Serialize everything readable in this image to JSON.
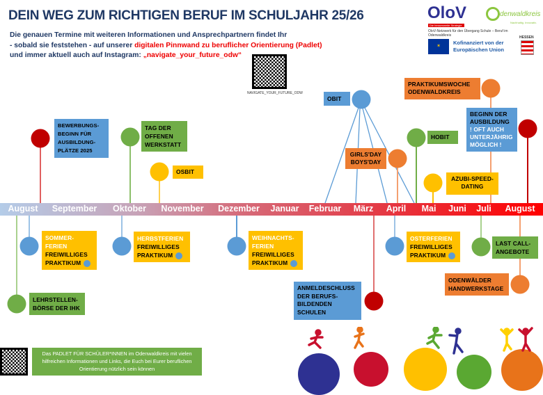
{
  "title": "DEIN WEG ZUM RICHTIGEN BERUF IM SCHULJAHR 25/26",
  "intro": {
    "line1": "Die genauen Termine mit weiteren Informationen und Ansprechpartnern findet Ihr",
    "line2a": "- sobald sie feststehen - auf unserer ",
    "line2b": "digitalen Pinnwand zu beruflicher Orientierung (Padlet)",
    "line3a": "und immer aktuell auch auf Instagram: ",
    "line3b": "„navigate_your_future_odw“",
    "qr_caption": "NAVIGATE_YOUR_FUTURE_ODW"
  },
  "logos": {
    "olov": "OloV",
    "olov_tag": "Die hessenweite Strategie",
    "odw": "denwaldkreis",
    "odw_tag": "Nachhaltig. Innovativ.",
    "olov_note": "OloV-Netzwerk für den Übergang Schule – Beruf im Odenwaldkreis",
    "eu": "Kofinanziert von der Europäischen Union",
    "hessen": "HESSEN"
  },
  "months": [
    "August",
    "September",
    "Oktober",
    "November",
    "Dezember",
    "Januar",
    "Februar",
    "März",
    "April",
    "Mai",
    "Juni",
    "Juli",
    "August"
  ],
  "events": {
    "bewerbung": "BEWERBUNGS-BEGINN FÜR AUSBILDUNG-PLÄTZE 2025",
    "tag": "TAG DER OFFENEN WERKSTATT",
    "osbit": "OSBIT",
    "obit": "OBIT",
    "girls": "GIRLS'DAY BOYS'DAY",
    "hobit": "HOBIT",
    "azubi": "AZUBI-SPEED-DATING",
    "praktikumswoche": "PRAKTIKUMSWOCHE ODENWALDKREIS",
    "beginn": "BEGINN DER AUSBILDUNG",
    "beginn_note": "! OFT AUCH UNTERJÄHRIG MÖGLICH !",
    "sommer": "SOMMER-FERIEN",
    "herbst": "HERBSTFERIEN",
    "weihnacht": "WEIHNACHTS-FERIEN",
    "oster": "OSTERFERIEN",
    "praktikum": "FREIWILLIGES PRAKTIKUM",
    "lehrstellen": "LEHRSTELLEN-BÖRSE DER IHK",
    "anmeldeschluss": "ANMELDESCHLUSS DER BERUFS-BILDENDEN SCHULEN",
    "lastcall": "LAST CALL-ANGEBOTE",
    "handwerk": "ODENWÄLDER HANDWERKSTAGE"
  },
  "padlet": "Das PADLET FÜR SCHÜLER*INNEN im Odenwaldkreis mit vielen hilfreichen Informationen und Links, die Euch bei Eurer beruflichen Orientierung nützlich sein können",
  "colors": {
    "blue": "#5b9bd5",
    "green": "#70ad47",
    "yellow": "#ffc000",
    "orange": "#ed7d31",
    "red": "#c00000",
    "navy": "#1f3864"
  }
}
